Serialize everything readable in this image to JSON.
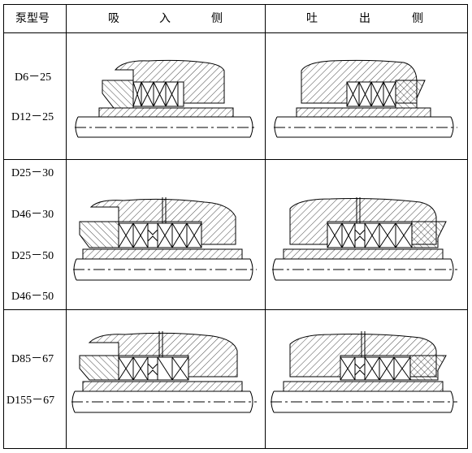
{
  "header": {
    "pump_model": "泵型号",
    "suction_side": [
      "吸",
      "入",
      "侧"
    ],
    "discharge_side": [
      "吐",
      "出",
      "侧"
    ]
  },
  "rows": [
    {
      "models": [
        "D6－25",
        "D12－25"
      ]
    },
    {
      "models": [
        "D25－30",
        "D46－30",
        "D25－50",
        "D46－50"
      ]
    },
    {
      "models": [
        "D85－67",
        "D155－67"
      ]
    }
  ],
  "diagrams": {
    "row1_suction": "suction-side seal diagram",
    "row1_discharge": "discharge-side seal diagram"
  }
}
